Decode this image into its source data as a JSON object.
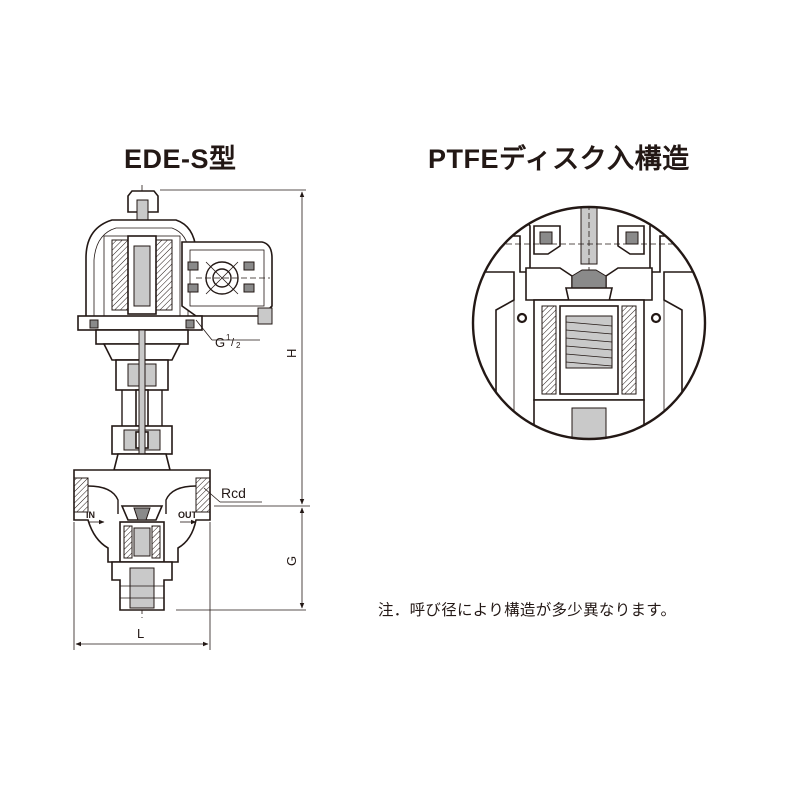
{
  "titles": {
    "left": "EDE-S型",
    "right": "PTFEディスク入構造"
  },
  "labels": {
    "g_half_base": "G",
    "g_half_num": "1",
    "g_half_slash": "/",
    "g_half_den": "2",
    "h": "H",
    "rcd": "Rcd",
    "g": "G",
    "l": "L",
    "in": "IN",
    "out": "OUT"
  },
  "note": "注．呼び径により構造が多少異なります。"
}
